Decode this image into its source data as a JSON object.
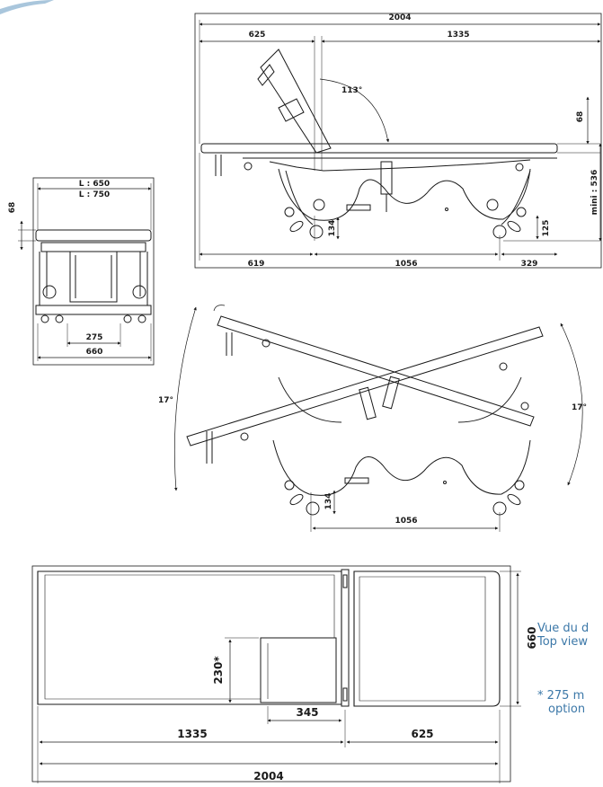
{
  "side_view": {
    "overall_length": "2004",
    "head_length": "625",
    "body_length": "1335",
    "backrest_angle": "113°",
    "mattress_thickness": "68",
    "min_height": "mini : 536",
    "head_overhang": "619",
    "wheelbase": "1056",
    "foot_overhang": "329",
    "chassis_height": "134",
    "foot_clearance": "125"
  },
  "end_view": {
    "width_option_a": "L : 650",
    "width_option_b": "L : 750",
    "mattress_thickness": "68",
    "inner_base": "275",
    "outer_base": "660"
  },
  "tilt_view": {
    "tilt_left": "17°",
    "tilt_right": "17°",
    "chassis_height": "134",
    "wheelbase": "1056"
  },
  "top_view": {
    "width": "660",
    "cutout_depth": "230*",
    "cutout_width": "345",
    "body_length": "1335",
    "head_length": "625",
    "overall_length": "2004"
  },
  "caption": {
    "fr": "Vue du d",
    "en": "Top view",
    "note_line1": "* 275 m",
    "note_line2": "option"
  },
  "colors": {
    "line": "#1a1a1a",
    "caption": "#3c78a8",
    "accent": "#a9c6dc"
  }
}
